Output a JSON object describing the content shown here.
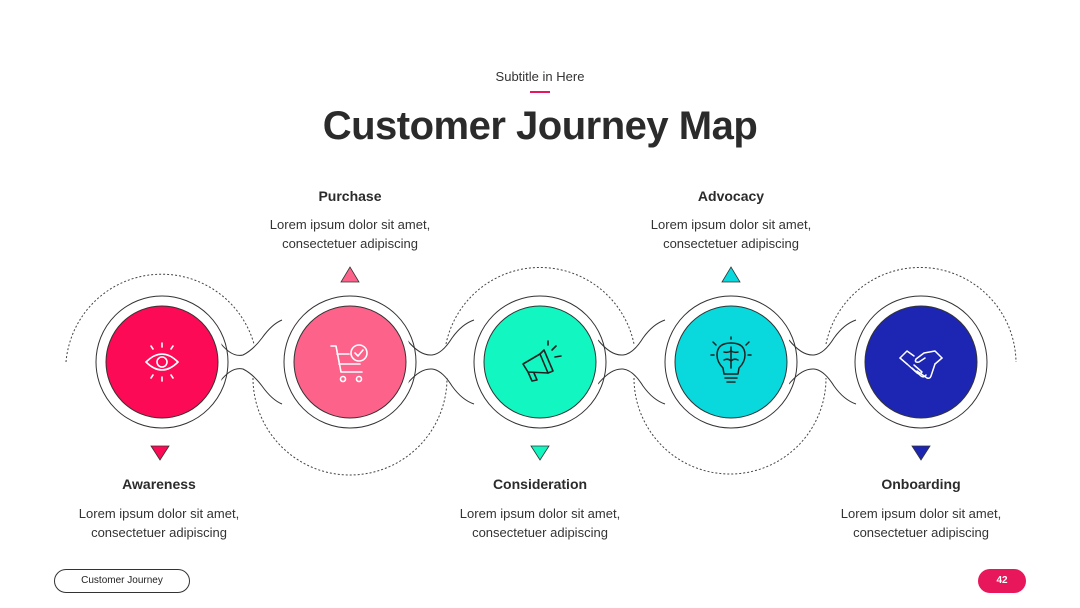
{
  "header": {
    "subtitle": "Subtitle in Here",
    "title": "Customer Journey Map"
  },
  "steps": [
    {
      "title": "Awareness",
      "desc_line1": "Lorem ipsum dolor sit amet,",
      "desc_line2": "consectetuer adipiscing",
      "color": "#fc0a55",
      "icon": "eye-icon"
    },
    {
      "title": "Purchase",
      "desc_line1": "Lorem ipsum dolor sit amet,",
      "desc_line2": "consectetuer adipiscing",
      "color": "#fd628a",
      "icon": "cart-check-icon"
    },
    {
      "title": "Consideration",
      "desc_line1": "Lorem ipsum dolor sit amet,",
      "desc_line2": "consectetuer adipiscing",
      "color": "#12f6c1",
      "icon": "megaphone-icon"
    },
    {
      "title": "Advocacy",
      "desc_line1": "Lorem ipsum dolor sit amet,",
      "desc_line2": "consectetuer adipiscing",
      "color": "#09d8dc",
      "icon": "lightbulb-brain-icon"
    },
    {
      "title": "Onboarding",
      "desc_line1": "Lorem ipsum dolor sit amet,",
      "desc_line2": "consectetuer adipiscing",
      "color": "#1c26b2",
      "icon": "handshake-icon"
    }
  ],
  "footer": {
    "label": "Customer Journey",
    "page_number": "42"
  },
  "colors": {
    "accent": "#e8165a"
  }
}
